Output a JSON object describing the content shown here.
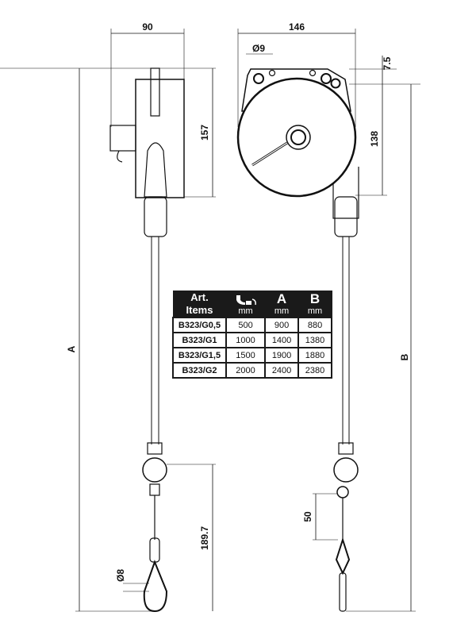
{
  "dimensions": {
    "side_width": "90",
    "front_width": "146",
    "hole_diameter": "Ø9",
    "hole_offset": "7.5",
    "side_height": "157",
    "front_height": "138",
    "total_a": "A",
    "total_b": "B",
    "hook_length": "189.7",
    "stopper_distance": "50",
    "hook_diameter": "Ø8"
  },
  "table": {
    "headers": {
      "art_line1": "Art.",
      "art_line2": "Items",
      "cable_icon": "cable-extension-icon",
      "a": "A",
      "b": "B",
      "unit": "mm"
    },
    "rows": [
      {
        "item": "B323/G0,5",
        "cable": "500",
        "a": "900",
        "b": "880"
      },
      {
        "item": "B323/G1",
        "cable": "1000",
        "a": "1400",
        "b": "1380"
      },
      {
        "item": "B323/G1,5",
        "cable": "1500",
        "a": "1900",
        "b": "1880"
      },
      {
        "item": "B323/G2",
        "cable": "2000",
        "a": "2400",
        "b": "2380"
      }
    ]
  }
}
